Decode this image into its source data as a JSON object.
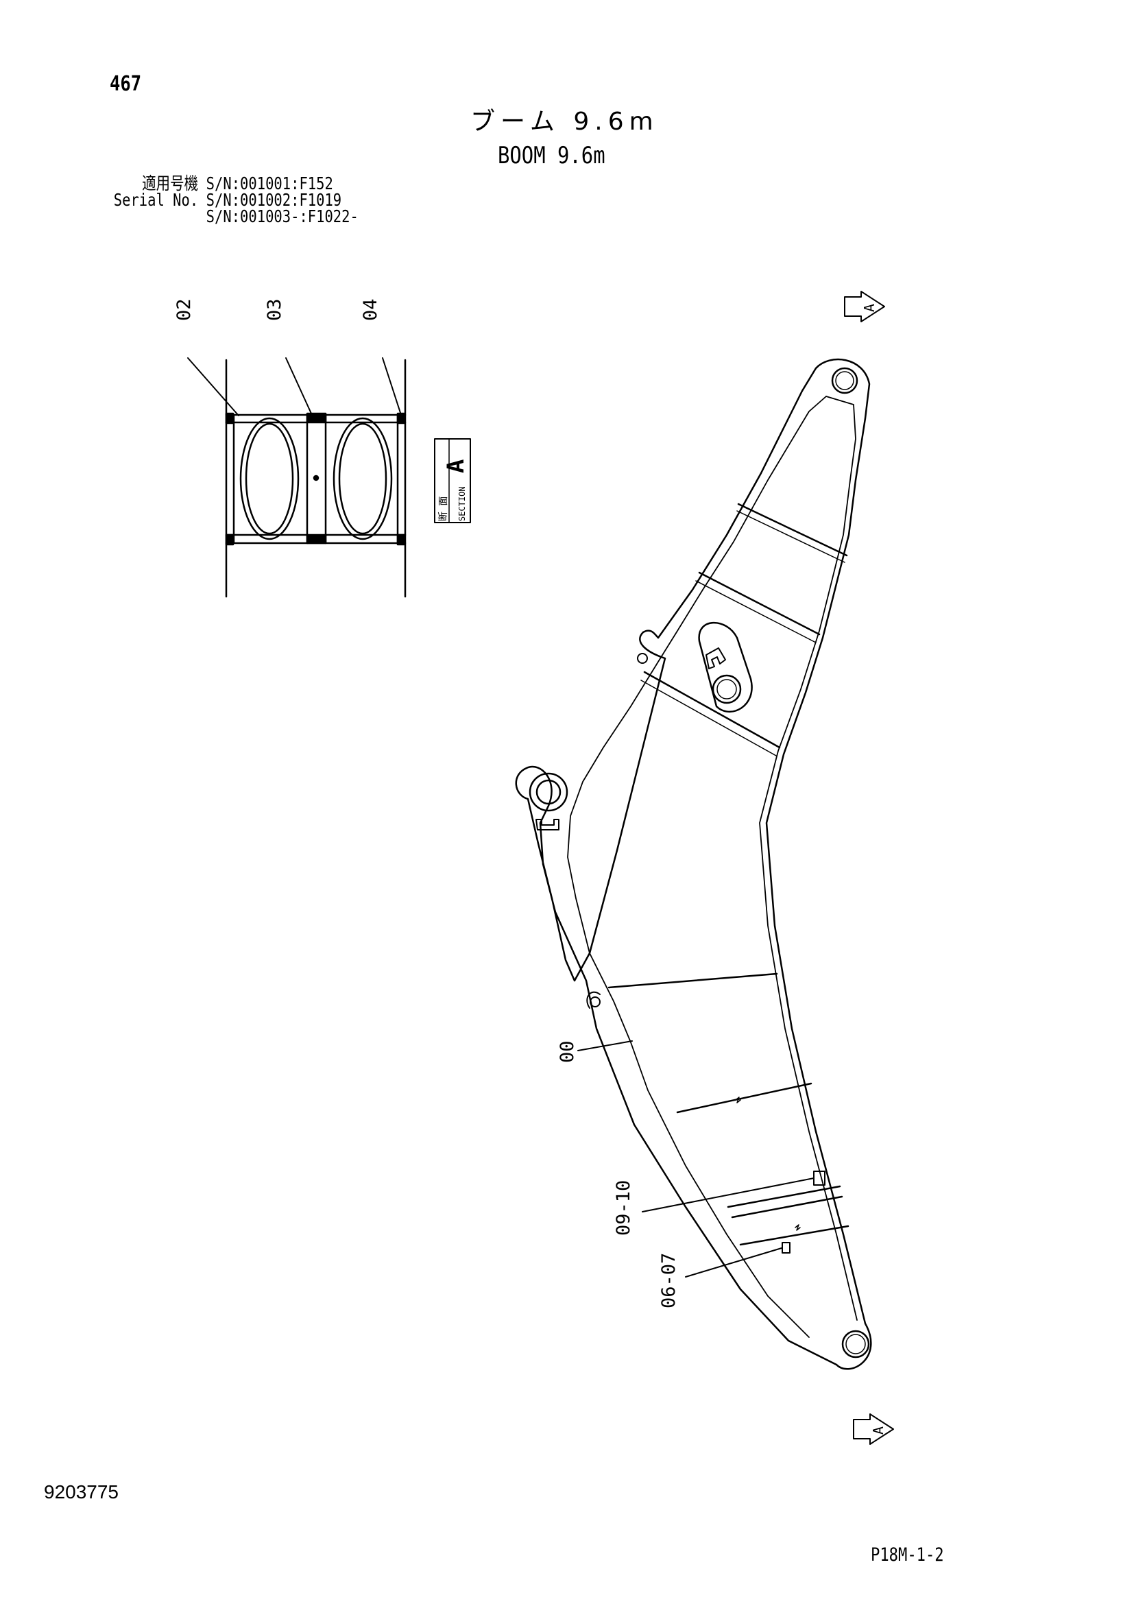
{
  "page_number": "467",
  "title_jp": "ブーム 9.6m",
  "title_en": "BOOM 9.6m",
  "serial": {
    "label_jp": "適用号機",
    "label_en": "Serial No.",
    "lines": [
      "S/N:001001:F152",
      "S/N:001002:F1019",
      "S/N:001003-:F1022-"
    ]
  },
  "section": {
    "letter": "A",
    "label_jp": "断 面",
    "label_en": "SECTION"
  },
  "section_view_arrow": "A",
  "part_callouts": {
    "section_02": "02",
    "section_03": "03",
    "section_04": "04",
    "boom_00": "00",
    "boom_09_10": "09-10",
    "boom_06_07": "06-07"
  },
  "doc_number": "9203775",
  "page_code": "P18M-1-2"
}
